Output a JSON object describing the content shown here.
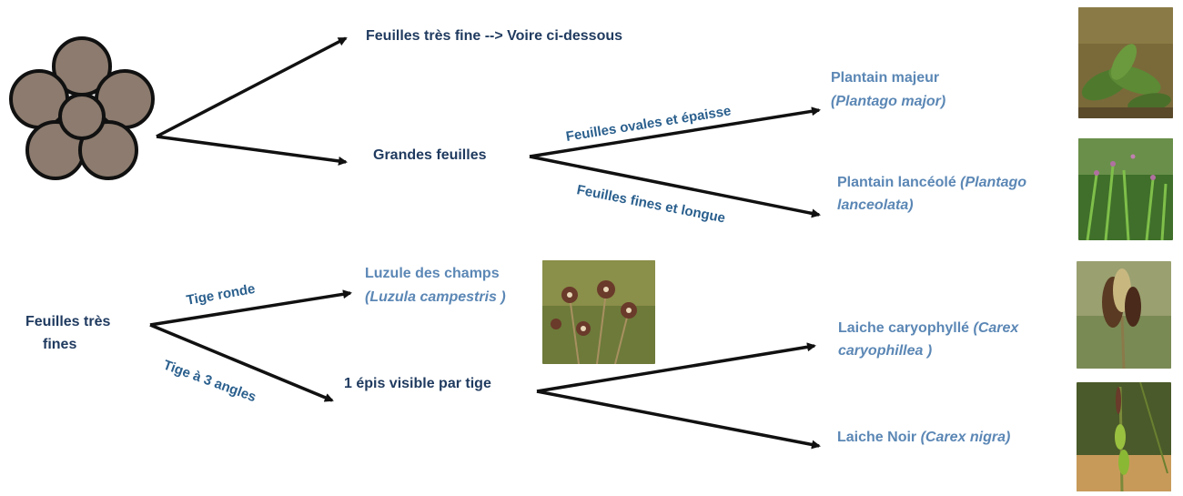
{
  "colors": {
    "dark_text": "#1f3a5f",
    "light_text": "#5b87b5",
    "edge_text": "#2a5f8d",
    "arrow": "#111111",
    "flower_fill": "#8c7b6e"
  },
  "icon": "flower-icon",
  "nodes": {
    "very_fine_pointer": "Feuilles très fine --> Voire ci-dessous",
    "large_leaves": "Grandes feuilles",
    "plantain_major_name": "Plantain majeur",
    "plantain_major_latin": "(Plantago major)",
    "plantain_lanceole_name": "Plantain lancéolé",
    "plantain_lanceole_latin_1": "(Plantago",
    "plantain_lanceole_latin_2": "lanceolata)",
    "very_fine_line1": "Feuilles très",
    "very_fine_line2": "fines",
    "luzule_name": "Luzule des champs",
    "luzule_latin": "(Luzula campestris )",
    "one_spike": "1 épis visible par tige",
    "laiche_caryo_name": "Laiche caryophyllé",
    "laiche_caryo_latin_1": "(Carex",
    "laiche_caryo_latin_2": "caryophillea )",
    "laiche_noir_name": "Laiche Noir",
    "laiche_noir_latin": "(Carex nigra)"
  },
  "edges": {
    "oval_thick": "Feuilles ovales et épaisse",
    "fine_long": "Feuilles fines et longue",
    "round_stem": "Tige ronde",
    "three_angle_stem": "Tige à 3 angles"
  },
  "photos": [
    "plantago-major-photo",
    "plantago-lanceolata-photo",
    "luzula-campestris-photo",
    "carex-caryophyllea-photo",
    "carex-nigra-photo"
  ]
}
